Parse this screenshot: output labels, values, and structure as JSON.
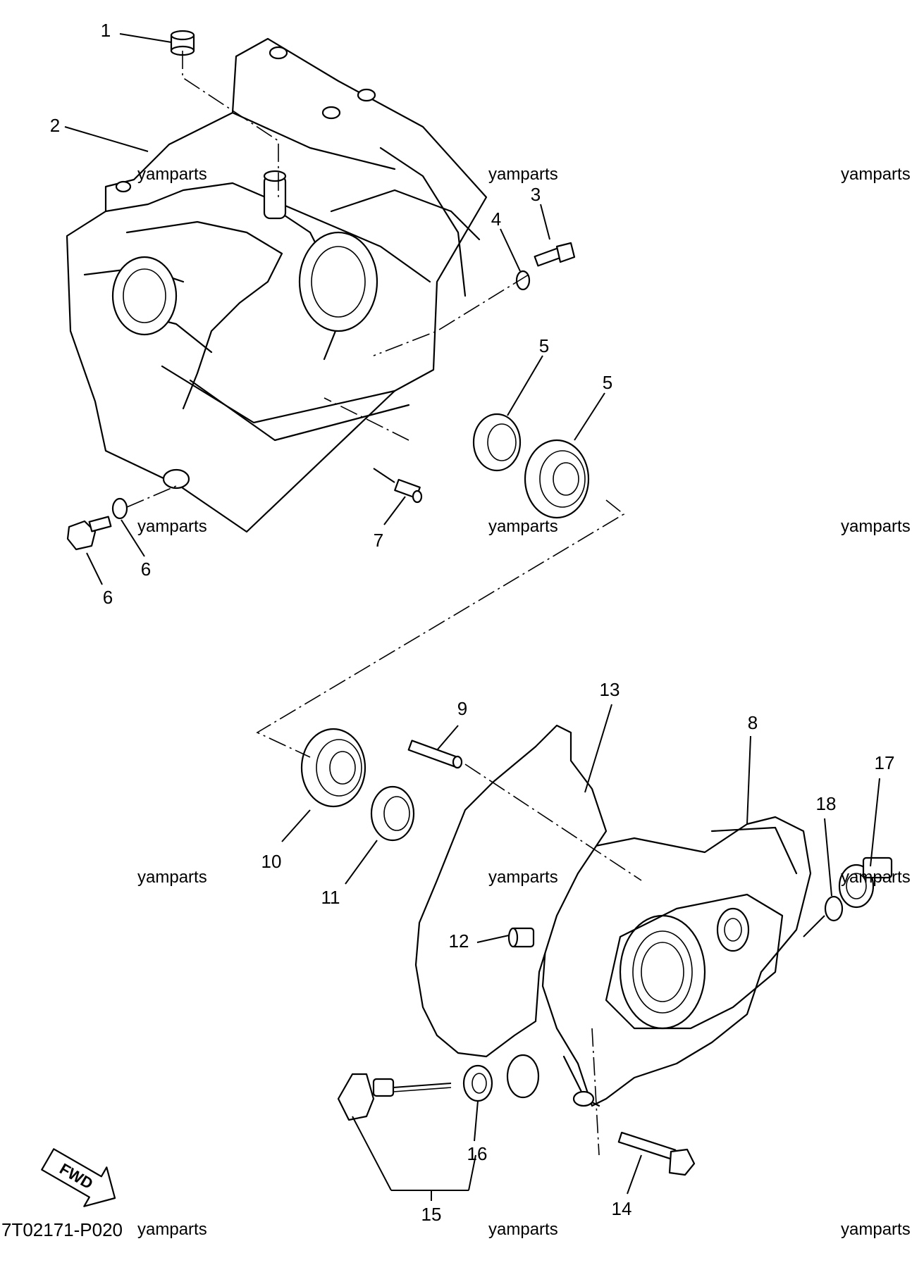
{
  "diagram": {
    "code": "7T02171-P020",
    "fwd_label": "FWD",
    "watermark": "yamparts",
    "callouts": [
      "1",
      "2",
      "3",
      "4",
      "5",
      "5",
      "6",
      "6",
      "7",
      "8",
      "9",
      "10",
      "11",
      "12",
      "13",
      "14",
      "15",
      "16",
      "17",
      "18"
    ]
  }
}
